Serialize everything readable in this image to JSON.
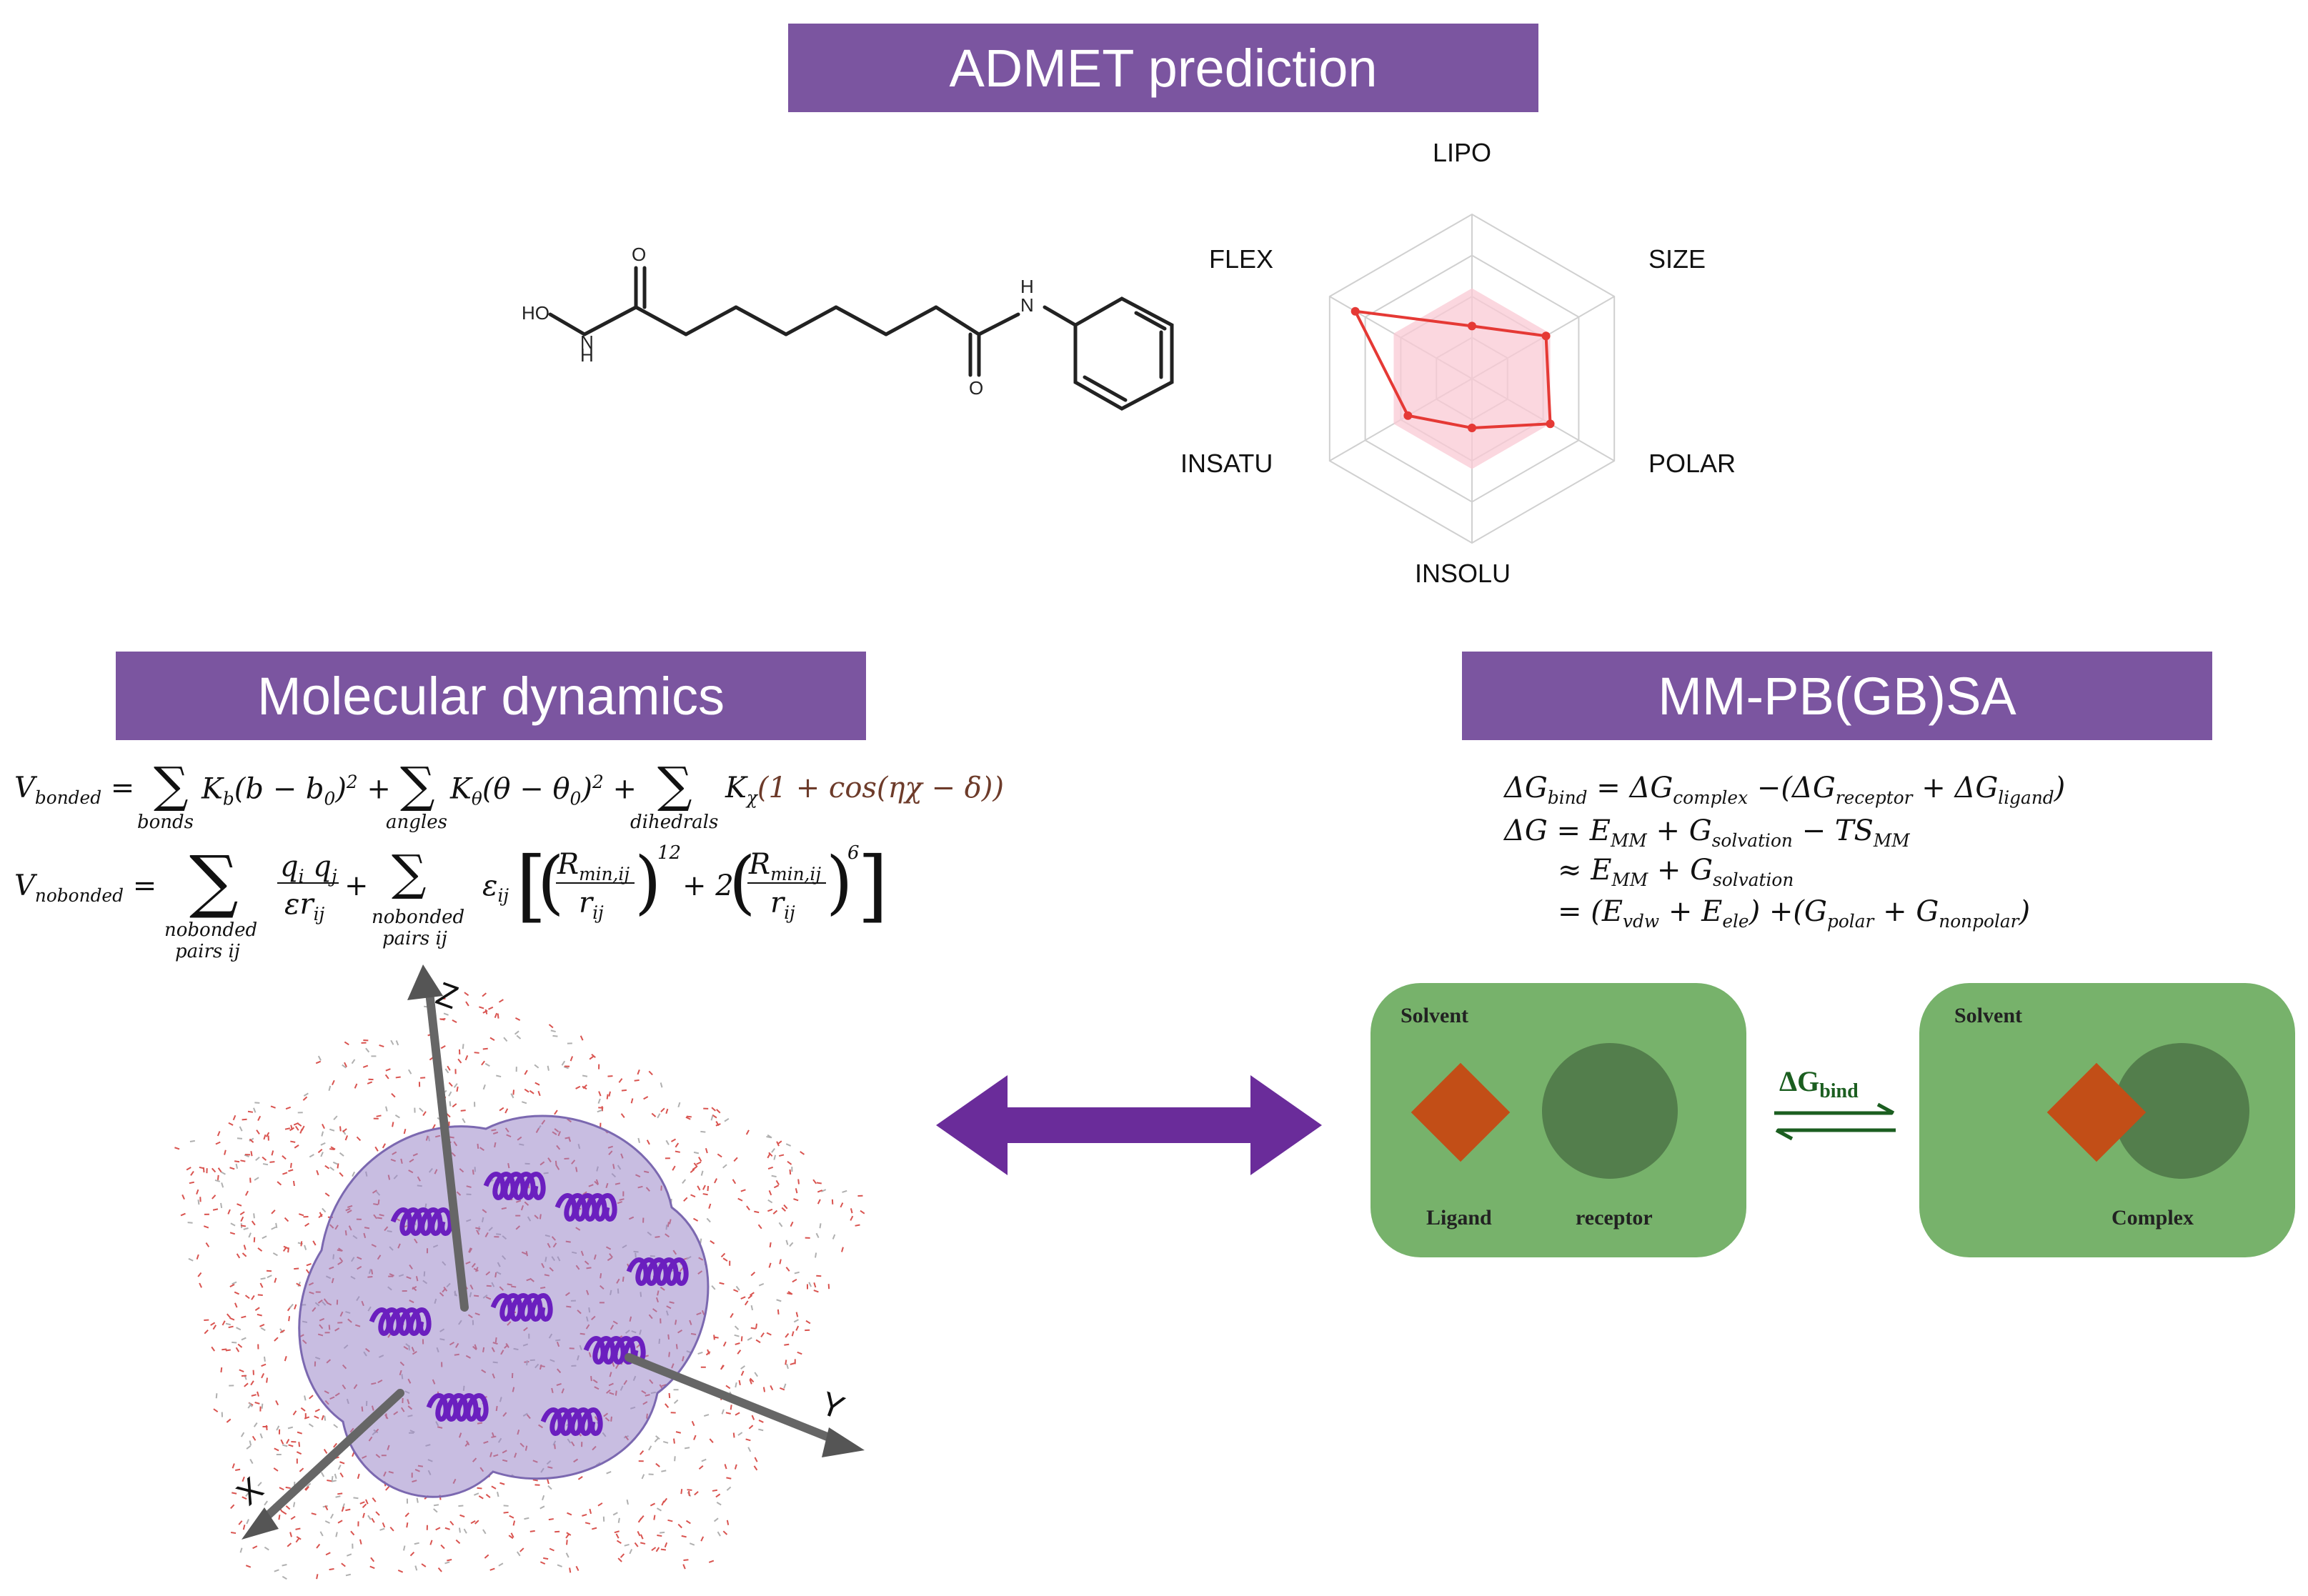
{
  "admet": {
    "title": "ADMET prediction",
    "molecule_labels": {
      "ho": "HO",
      "nh_left": "N",
      "h_left": "H",
      "o_left": "O",
      "o_right": "O",
      "nh_right": "N",
      "h_right": "H"
    },
    "radar_axes": [
      "LIPO",
      "SIZE",
      "POLAR",
      "INSOLU",
      "INSATU",
      "FLEX"
    ],
    "radar_values": [
      0.32,
      0.52,
      0.55,
      0.3,
      0.45,
      0.82
    ],
    "colors": {
      "profile": "#e53935",
      "optimal_fill": "#f9c9d4",
      "grid": "#d0d0d0"
    }
  },
  "md": {
    "title": "Molecular dynamics",
    "eq_bonded": {
      "lhs": "V",
      "lhs_sub": "bonded",
      "t1": "K",
      "t1_sub": "b",
      "t1_body": "(b − b",
      "t1_sub0": "0",
      "t1_end": ")",
      "t1_pow": "2",
      "plus1": "+",
      "t2": "K",
      "t2_sub": "θ",
      "t2_body": "(θ − θ",
      "t2_sub0": "0",
      "t2_end": ")",
      "t2_pow": "2",
      "plus2": "+",
      "t3": "K",
      "t3_sub": "χ",
      "t3_body": "(1 + cos(ηχ − δ))",
      "sum1_under": "bonds",
      "sum2_under": "angles",
      "sum3_under": "dihedrals"
    },
    "eq_nonbonded": {
      "lhs": "V",
      "lhs_sub": "nobonded",
      "sum1_under_1": "nobonded",
      "sum1_under_2": "pairs ij",
      "sum2_under_1": "nobonded",
      "sum2_under_2": "pairs ij",
      "frac_num": "q",
      "qi_sub": "i",
      "qj": "q",
      "qj_sub": "j",
      "frac_den": "εr",
      "den_sub": "ij",
      "plus": "+",
      "eps": "ε",
      "eps_sub": "ij",
      "rmin": "R",
      "rmin_sub": "min,ij",
      "r": "r",
      "r_sub": "ij",
      "pow12": "12",
      "plus2": "+ 2",
      "pow6": "6"
    },
    "axes": {
      "z": "Z",
      "x": "X",
      "y": "Y"
    }
  },
  "mmpbsa": {
    "title": "MM-PB(GB)SA",
    "lines": [
      {
        "a": "ΔG",
        "a_sub": "bind",
        "b": " = ΔG",
        "b_sub": "complex",
        "c": " −(ΔG",
        "c_sub": "receptor",
        "d": " + ΔG",
        "d_sub": "ligand",
        "e": ")"
      },
      {
        "a": "ΔG",
        "b": " = E",
        "b_sub": "MM",
        "c": " + G",
        "c_sub": "solvation",
        "d": " − TS",
        "d_sub": "MM"
      },
      {
        "a": "≈ E",
        "a_sub": "MM",
        "b": " + G",
        "b_sub": "solvation"
      },
      {
        "a": "= (E",
        "a_sub": "vdw",
        "b": " + E",
        "b_sub": "ele",
        "c": ") +(G",
        "c_sub": "polar",
        "d": " + G",
        "d_sub": "nonpolar",
        "e": ")"
      }
    ],
    "box_left": {
      "solvent": "Solvent",
      "ligand": "Ligand",
      "receptor": "receptor"
    },
    "box_right": {
      "solvent": "Solvent",
      "complex": "Complex"
    },
    "bind": {
      "label": "ΔG",
      "sub": "bind"
    },
    "colors": {
      "box": "#77b26b",
      "receptor": "#537e4c",
      "ligand": "#c24e17",
      "arrow": "#6a2c9a"
    }
  }
}
